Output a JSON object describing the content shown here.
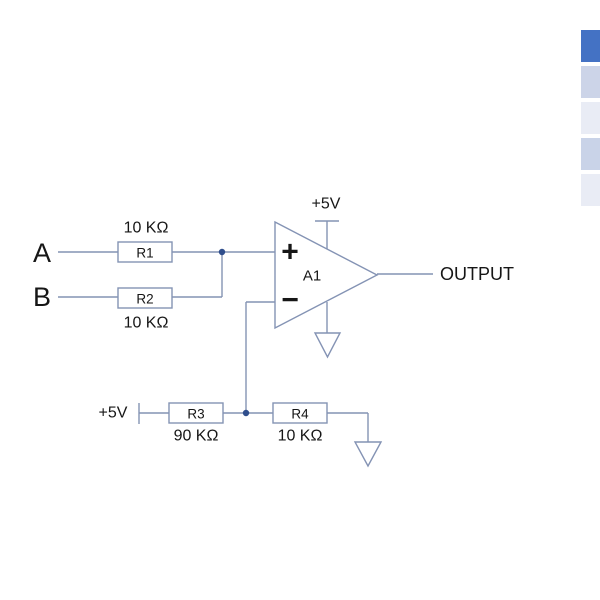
{
  "colors": {
    "wire": "#8493b4",
    "junction": "#2f4e8c",
    "text": "#161616",
    "component_fill": "#ffffff"
  },
  "sidebar_swatches": [
    "#4472c4",
    "#ccd4e8",
    "#e9ecf5",
    "#c9d3e8",
    "#e9ecf5"
  ],
  "circuit": {
    "inputs": {
      "a": "A",
      "b": "B"
    },
    "resistors": {
      "r1": {
        "ref": "R1",
        "value": "10 KΩ"
      },
      "r2": {
        "ref": "R2",
        "value": "10 KΩ"
      },
      "r3": {
        "ref": "R3",
        "value": "90 KΩ"
      },
      "r4": {
        "ref": "R4",
        "value": "10 KΩ"
      }
    },
    "opamp": {
      "ref": "A1",
      "noninverting_sign": "+",
      "inverting_sign": "−",
      "rail_supply": "+5V"
    },
    "divider_supply": "+5V",
    "output_label": "OUTPUT"
  }
}
